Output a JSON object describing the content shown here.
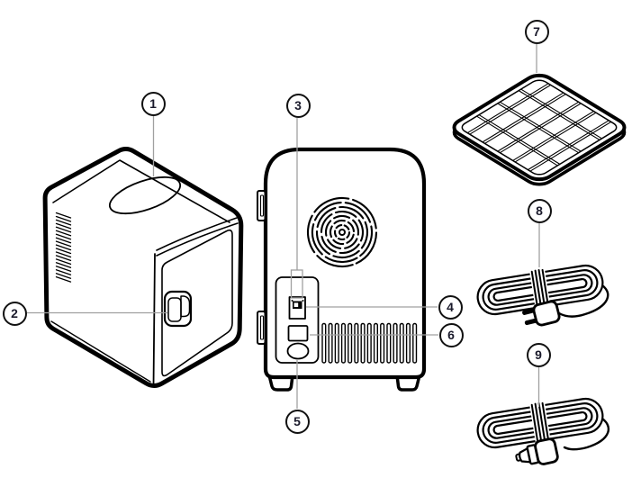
{
  "diagram": {
    "background_color": "#ffffff",
    "artwork_color": "#000000",
    "leader_line_color": "#a0a0a0",
    "callout_style": {
      "fill": "#ffffff",
      "border_color": "#111111",
      "number_color": "#1a1a2b"
    },
    "callouts": [
      {
        "number": "1",
        "part": "lid-handle-recess"
      },
      {
        "number": "2",
        "part": "door-latch"
      },
      {
        "number": "3",
        "part": "power-switch"
      },
      {
        "number": "4",
        "part": "switch-socket"
      },
      {
        "number": "5",
        "part": "cord-hole"
      },
      {
        "number": "6",
        "part": "power-socket"
      },
      {
        "number": "7",
        "part": "removable-shelf"
      },
      {
        "number": "8",
        "part": "ac-power-cord"
      },
      {
        "number": "9",
        "part": "dc-car-power-cord"
      }
    ],
    "illustrations": [
      {
        "name": "mini-fridge-front-iso-view"
      },
      {
        "name": "mini-fridge-back-view"
      },
      {
        "name": "wire-shelf"
      },
      {
        "name": "ac-power-cord-with-plug"
      },
      {
        "name": "dc-power-cord-with-car-plug"
      }
    ]
  }
}
